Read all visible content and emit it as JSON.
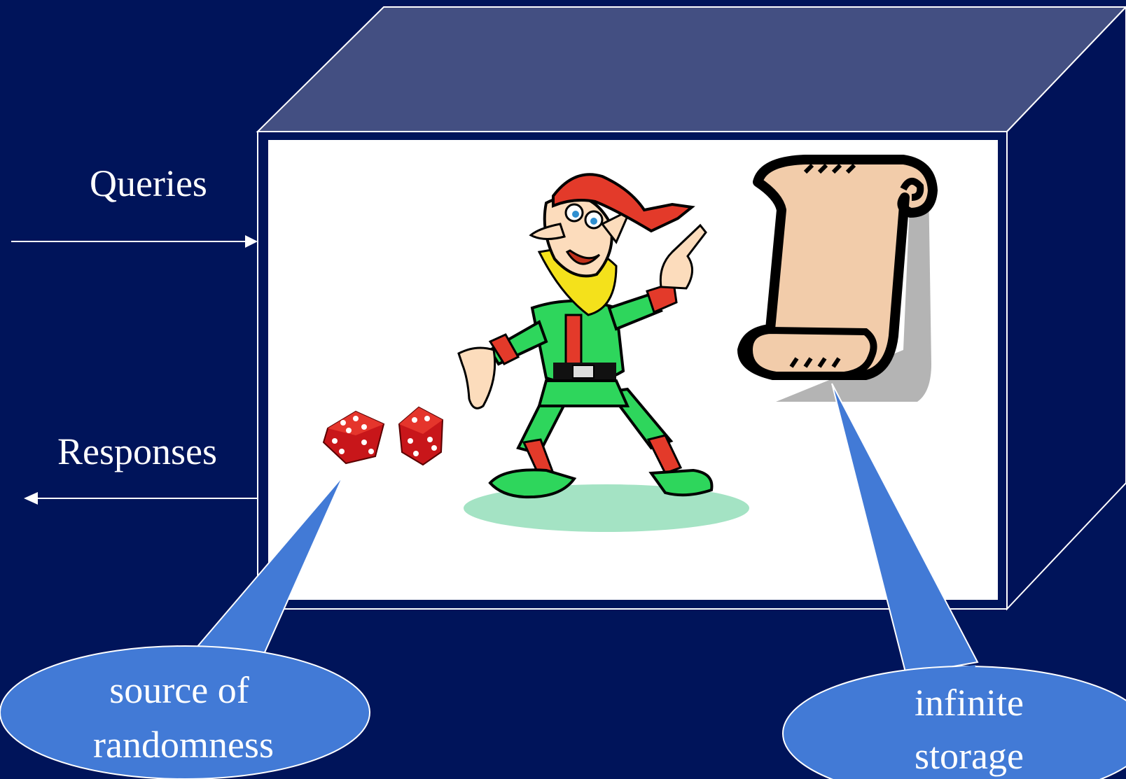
{
  "colors": {
    "background": "#00145a",
    "box_top": "#434f82",
    "box_side": "#001258",
    "box_front": "#ffffff",
    "callout": "#427ad6",
    "arrow": "#ffffff"
  },
  "labels": {
    "queries": "Queries",
    "responses": "Responses"
  },
  "callouts": {
    "randomness": {
      "line1": "source of",
      "line2": "randomness"
    },
    "storage": {
      "line1": "infinite",
      "line2": "storage"
    }
  },
  "figures": {
    "dice": "dice",
    "elf": "elf",
    "scroll": "scroll"
  }
}
